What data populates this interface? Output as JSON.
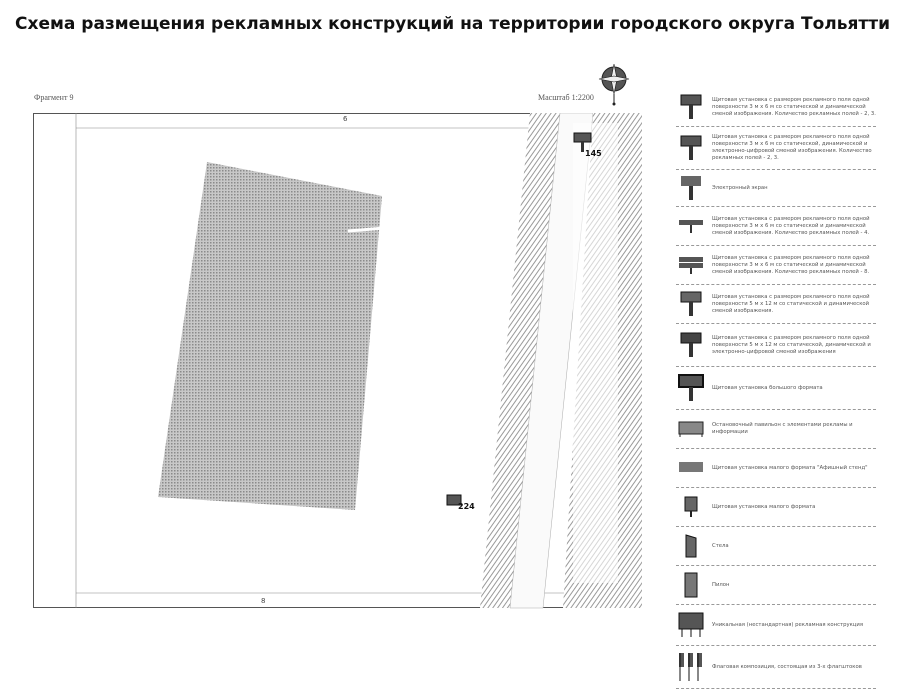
{
  "title": "Схема размещения рекламных конструкций на территории городского округа Тольятти",
  "fragment": "Фрагмент 9",
  "scale": "Масштаб 1:2200",
  "map": {
    "markers": [
      {
        "id": "145",
        "type": "billboard"
      },
      {
        "id": "224",
        "type": "pavilion"
      }
    ],
    "labels": {
      "top": "6",
      "bottom": "8"
    }
  },
  "legend": [
    {
      "icon": "billboard-icon",
      "text": "Щитовая установка с размером рекламного поля одной поверхности 3 м х 6 м со статической и динамической сменой изображения. Количество рекламных полей - 2, 3."
    },
    {
      "icon": "billboard-digital-icon",
      "text": "Щитовая установка с размером рекламного поля одной поверхности 3 м х 6 м со статической, динамической и электронно-цифровой сменой изображения. Количество рекламных полей - 2, 3."
    },
    {
      "icon": "electronic-screen-icon",
      "text": "Электронный экран"
    },
    {
      "icon": "billboard-4-icon",
      "text": "Щитовая установка с размером рекламного поля одной поверхности 3 м х 6 м со статической и динамической сменой изображения. Количество рекламных полей - 4."
    },
    {
      "icon": "billboard-8-icon",
      "text": "Щитовая установка с размером рекламного поля одной поверхности 3 м х 6 м со статической и динамической сменой изображения. Количество рекламных полей - 8."
    },
    {
      "icon": "billboard-large-icon",
      "text": "Щитовая установка с размером рекламного поля одной поверхности 5 м х 12 м со статической и динамической сменой изображения."
    },
    {
      "icon": "billboard-large-digital-icon",
      "text": "Щитовая установка с размером рекламного поля одной поверхности 5 м х 12 м со статической, динамической и электронно-цифровой сменой изображения"
    },
    {
      "icon": "big-format-icon",
      "text": "Щитовая установка большого формата"
    },
    {
      "icon": "bus-stop-icon",
      "text": "Остановочный павильон с элементами рекламы и информации"
    },
    {
      "icon": "poster-stand-icon",
      "text": "Щитовая установка малого формата \"Афишный стенд\""
    },
    {
      "icon": "small-billboard-icon",
      "text": "Щитовая установка малого формата"
    },
    {
      "icon": "stele-icon",
      "text": "Стела"
    },
    {
      "icon": "pylon-icon",
      "text": "Пилон"
    },
    {
      "icon": "unique-construction-icon",
      "text": "Уникальная (нестандартная) рекламная конструкция"
    },
    {
      "icon": "flag-composition-icon",
      "text": "Флаговая композиция, состоящая из 3-х флагштоков"
    }
  ]
}
